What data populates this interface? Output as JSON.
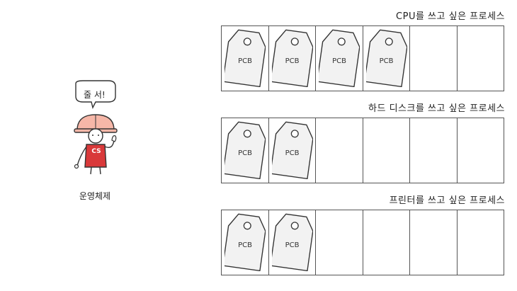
{
  "os": {
    "speech": "줄 서!",
    "badge": "CS",
    "label": "운영체제"
  },
  "queues": [
    {
      "title": "CPU를 쓰고 싶은 프로세스",
      "pcbs": [
        "PCB",
        "PCB",
        "PCB",
        "PCB"
      ],
      "slots": 6
    },
    {
      "title": "하드 디스크를 쓰고 싶은 프로세스",
      "pcbs": [
        "PCB",
        "PCB"
      ],
      "slots": 6
    },
    {
      "title": "프린터를 쓰고 싶은 프로세스",
      "pcbs": [
        "PCB",
        "PCB"
      ],
      "slots": 6
    }
  ],
  "colors": {
    "tag_fill": "#f2f2f2",
    "outline": "#555555",
    "shirt": "#d9393a",
    "helmet": "#f6b7a8"
  }
}
